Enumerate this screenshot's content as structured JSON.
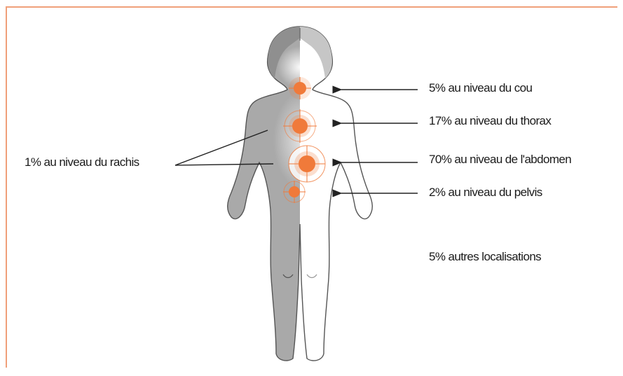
{
  "colors": {
    "frame_accent": "#f0a07a",
    "body_dark": "#a9a9a9",
    "body_light": "#ffffff",
    "outline": "#555555",
    "target_orange": "#f07a3a",
    "arrow": "#222222"
  },
  "labels": {
    "cou": "5% au niveau du cou",
    "thorax": "17% au niveau du thorax",
    "abdomen": "70% au niveau de l'abdomen",
    "pelvis": "2% au niveau du pelvis",
    "autres": "5% autres localisations",
    "rachis": "1% au niveau du rachis"
  }
}
